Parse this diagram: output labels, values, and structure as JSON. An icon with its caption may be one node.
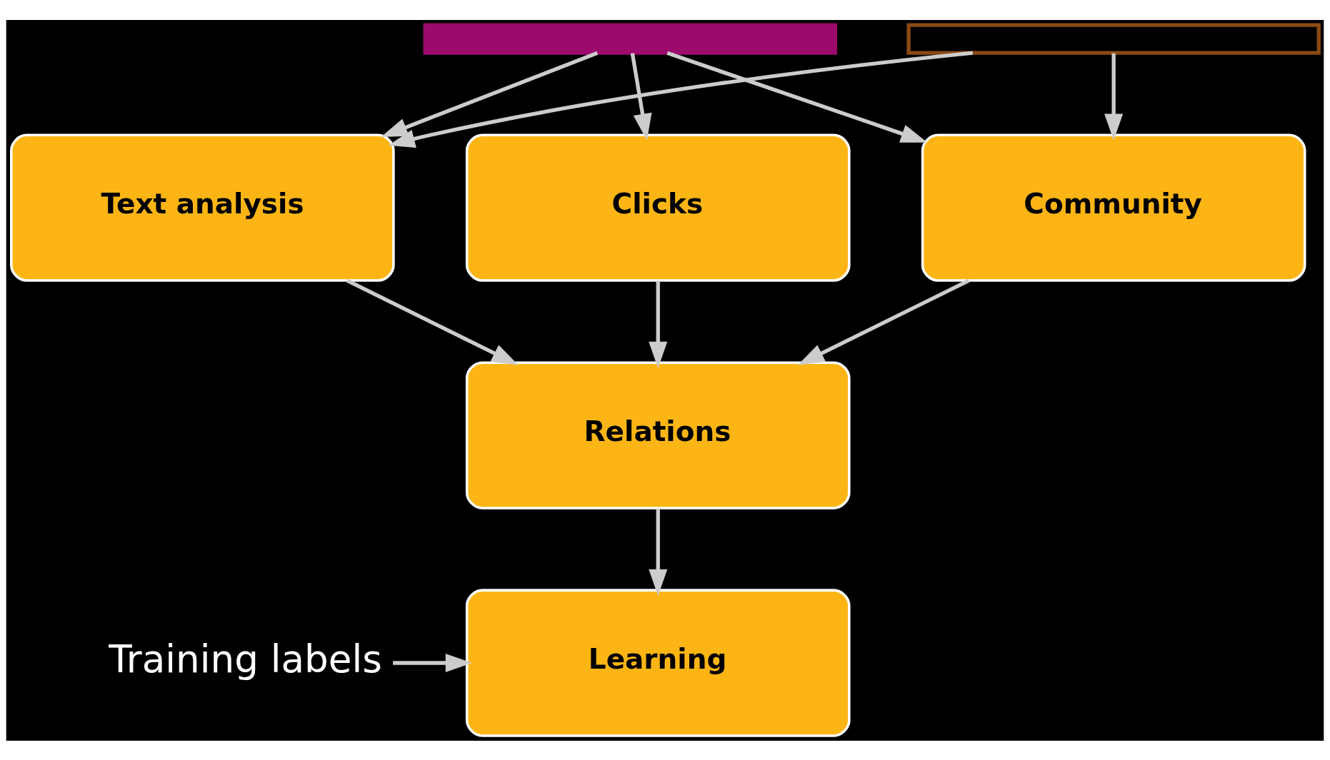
{
  "diagram": {
    "nodes": [
      {
        "text": [],
        "shape": "box"
      },
      {
        "text": [],
        "shape": "box"
      },
      {
        "text": [
          "Text analysis"
        ]
      },
      {
        "text": [
          "Clicks"
        ]
      },
      {
        "text": [
          "Community"
        ]
      },
      {
        "text": [
          "Relations"
        ]
      },
      {
        "text": [
          "Learning"
        ]
      },
      {
        "text": [
          "Training labels"
        ]
      }
    ],
    "edges": [
      {
        "from": 0,
        "to": 2,
        "arrow": "to"
      },
      {
        "from": 0,
        "to": 3,
        "arrow": "to"
      },
      {
        "from": 0,
        "to": 4,
        "arrow": "to"
      },
      {
        "from": 1,
        "to": 2,
        "arrow": "to"
      },
      {
        "from": 1,
        "to": 4,
        "arrow": "to"
      },
      {
        "from": 2,
        "to": 5,
        "arrow": "to"
      },
      {
        "from": 3,
        "to": 5,
        "arrow": "to"
      },
      {
        "from": 4,
        "to": 5,
        "arrow": "to"
      },
      {
        "from": 5,
        "to": 6,
        "arrow": "to"
      },
      {
        "from": 7,
        "to": 6,
        "arrow": "to"
      }
    ]
  }
}
